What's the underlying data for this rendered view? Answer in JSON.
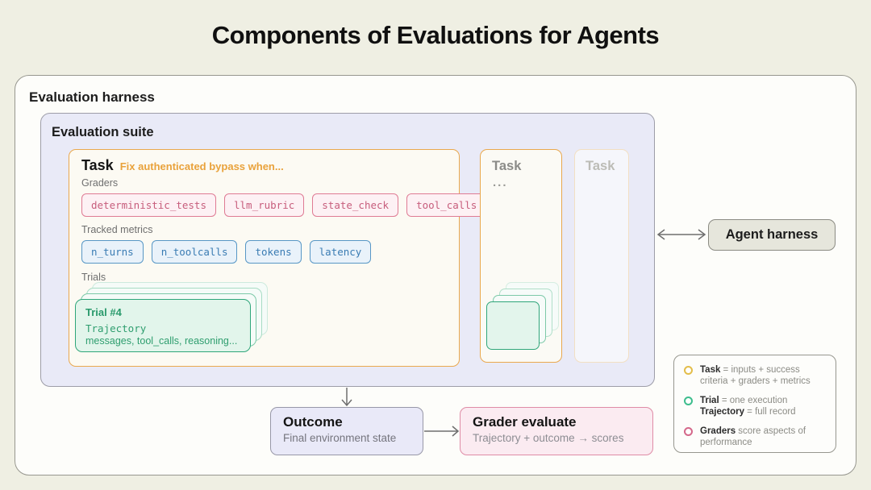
{
  "title": "Components of Evaluations for Agents",
  "harness": {
    "label": "Evaluation harness"
  },
  "suite": {
    "label": "Evaluation suite"
  },
  "task_main": {
    "label": "Task",
    "description": "Fix authenticated bypass when...",
    "graders": {
      "label": "Graders",
      "chips": [
        "deterministic_tests",
        "llm_rubric",
        "state_check",
        "tool_calls"
      ]
    },
    "metrics": {
      "label": "Tracked metrics",
      "chips": [
        "n_turns",
        "n_toolcalls",
        "tokens",
        "latency"
      ]
    },
    "trials": {
      "label": "Trials",
      "front_card": {
        "title": "Trial #4",
        "subtitle": "Trajectory",
        "detail": "messages, tool_calls, reasoning..."
      },
      "stack_count": 4
    }
  },
  "task_second": {
    "label": "Task",
    "ellipsis": "...",
    "trial_stack_count": 4
  },
  "task_third": {
    "label": "Task"
  },
  "agent_harness": {
    "label": "Agent harness"
  },
  "outcome": {
    "title": "Outcome",
    "subtitle": "Final environment state"
  },
  "grader_evaluate": {
    "title": "Grader evaluate",
    "subtitle": "Trajectory + outcome → scores"
  },
  "legend": {
    "task": {
      "bold": "Task",
      "rest": " = inputs + success criteria + graders + metrics"
    },
    "trial_line1": {
      "bold": "Trial",
      "rest": " = one execution"
    },
    "trial_line2": {
      "bold": "Trajectory",
      "rest": " = full record"
    },
    "graders": {
      "bold": "Graders",
      "rest": " score aspects of performance"
    }
  },
  "colors": {
    "page_background": "#efefe3",
    "suite_lavender": "#e9eaf7",
    "task_orange_border": "#e9a84e",
    "task_orange_text": "#e9a23b",
    "grader_pink_border": "#df7b94",
    "grader_pink_text": "#c75d7c",
    "metric_blue_border": "#5897c6",
    "metric_blue_text": "#3a7cb3",
    "trial_green_border": "#2fa67a",
    "trial_green_fill": "#e2f5eb",
    "legend_task_dot": "#e3bd4a",
    "legend_trial_dot": "#3dbd8d",
    "legend_graders_dot": "#d4688a",
    "arrow_gray": "#6e6e6e"
  }
}
